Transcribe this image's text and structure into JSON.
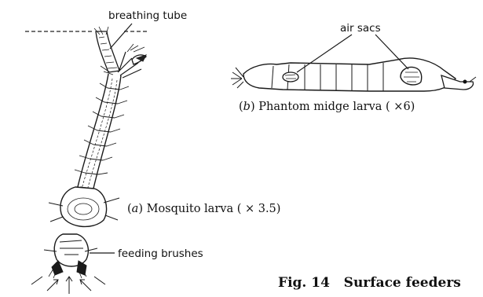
{
  "labels": {
    "breathing_tube": "breathing tube",
    "air_sacs": "air sacs",
    "feeding_brushes": "feeding brushes"
  },
  "captions": {
    "phantom": {
      "open": "(",
      "letter": "b",
      "text": ") Phantom midge larva ( ×6)"
    },
    "mosquito": {
      "open": "(",
      "letter": "a",
      "text": ") Mosquito larva ( × 3.5)"
    }
  },
  "figure_title": "Fig. 14   Surface feeders"
}
